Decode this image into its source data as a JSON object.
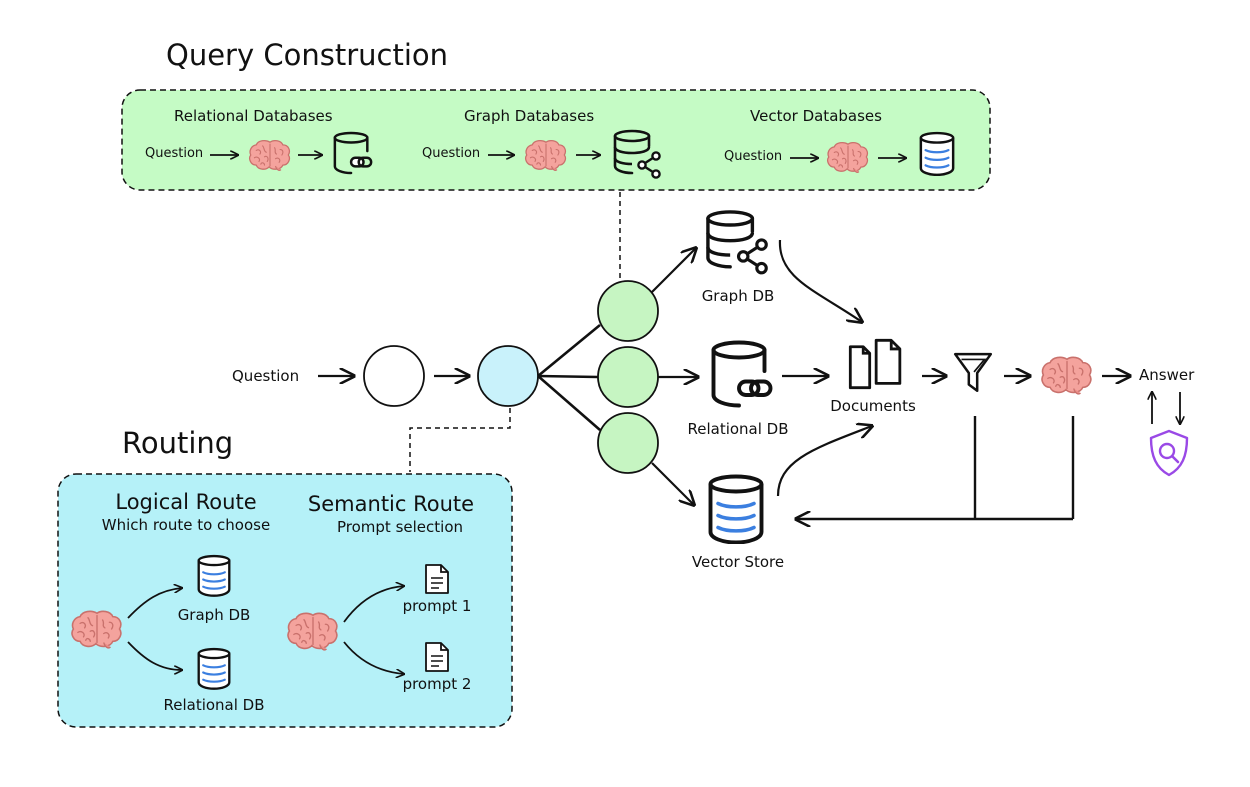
{
  "query_construction": {
    "title": "Query Construction",
    "relational": {
      "label": "Relational Databases",
      "input": "Question"
    },
    "graph": {
      "label": "Graph Databases",
      "input": "Question"
    },
    "vector": {
      "label": "Vector Databases",
      "input": "Question"
    }
  },
  "main_flow": {
    "question": "Question",
    "graph_db": "Graph DB",
    "relational_db": "Relational DB",
    "vector_store": "Vector Store",
    "documents": "Documents",
    "answer": "Answer"
  },
  "routing": {
    "title": "Routing",
    "logical": {
      "title": "Logical Route",
      "subtitle": "Which route to choose",
      "targets": [
        "Graph DB",
        "Relational DB"
      ]
    },
    "semantic": {
      "title": "Semantic Route",
      "subtitle": "Prompt selection",
      "targets": [
        "prompt 1",
        "prompt 2"
      ]
    }
  },
  "colors": {
    "query_box_fill": "#c5fbc5",
    "routing_box_fill": "#b5f1f8",
    "green_node": "#c6f5c2",
    "cyan_node": "#c9f2fb",
    "brain": "#f4a39d",
    "db_stripe": "#3b7fe0",
    "shield": "#9a49e6"
  },
  "icons": [
    "brain-icon",
    "database-link-icon",
    "database-graph-icon",
    "vector-database-icon",
    "documents-icon",
    "filter-icon",
    "shield-search-icon",
    "prompt-document-icon"
  ]
}
